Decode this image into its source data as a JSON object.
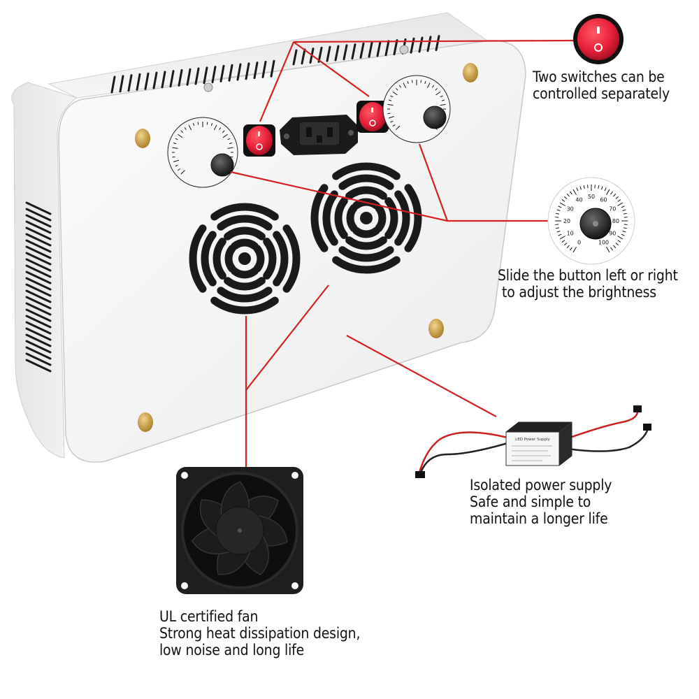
{
  "callouts": {
    "switches": {
      "line1": "Two switches can be",
      "line2": "controlled separately",
      "icon": "rocker-switch-icon"
    },
    "dimmer": {
      "line1": "Slide the button left or right",
      "line2": "to adjust the brightness",
      "icon": "dimmer-knob-icon",
      "dial_ticks": [
        "0",
        "10",
        "20",
        "30",
        "40",
        "50",
        "60",
        "70",
        "80",
        "90",
        "100"
      ]
    },
    "power_supply": {
      "line1": "Isolated power supply",
      "line2": "Safe and simple to",
      "line3": "maintain a longer life",
      "icon": "power-supply-driver-icon",
      "device_label": "LED Power Supply"
    },
    "fan": {
      "line1": "UL certified fan",
      "line2": "Strong heat dissipation design,",
      "line3": "low noise and long life",
      "icon": "cooling-fan-icon"
    }
  },
  "colors": {
    "callout_line": "#d42020",
    "switch_red": "#e8203a",
    "housing": "#f2f2f2",
    "housing_edge": "#c8c8c8",
    "vent": "#1a1a1a"
  }
}
